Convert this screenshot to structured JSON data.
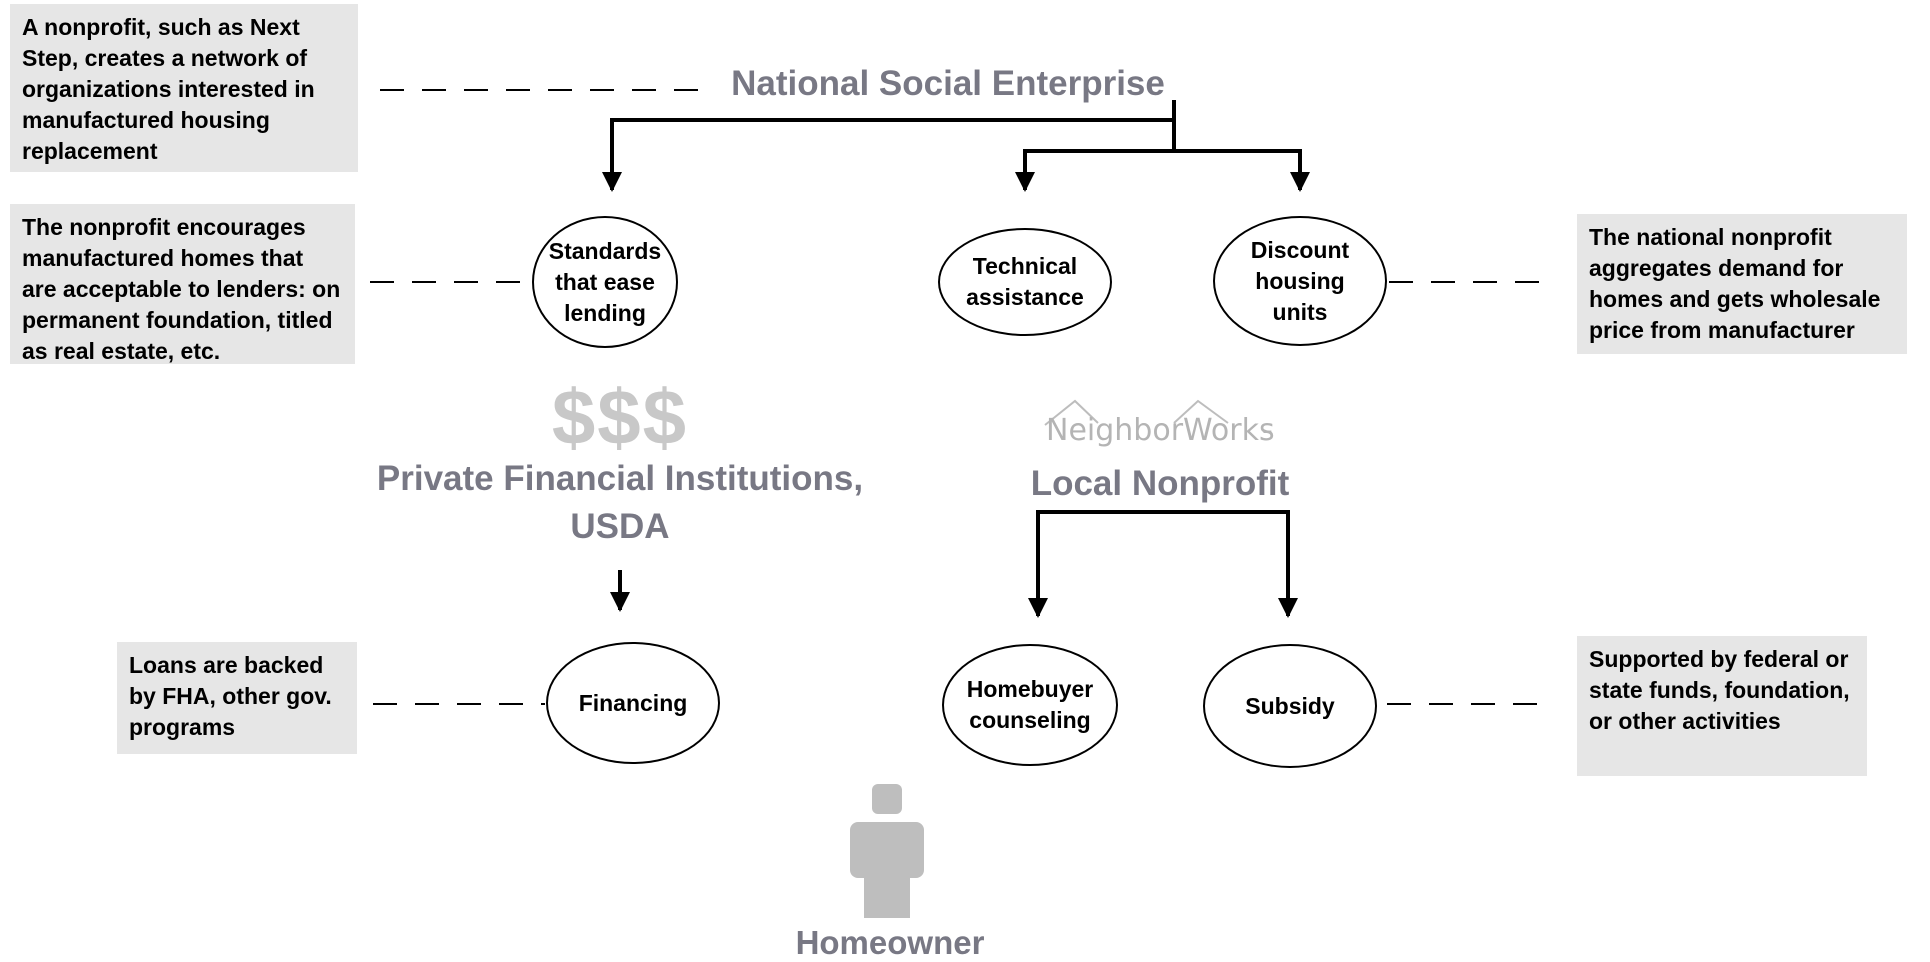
{
  "titles": {
    "national": "National Social Enterprise",
    "private": "Private Financial Institutions, USDA",
    "local": "Local Nonprofit",
    "homeowner": "Homeowner"
  },
  "nodes": {
    "standards": "Standards that ease lending",
    "technical": "Technical assistance",
    "discount": "Discount housing units",
    "financing": "Financing",
    "counseling": "Homebuyer counseling",
    "subsidy": "Subsidy"
  },
  "notes": {
    "network": "A nonprofit, such as Next Step, creates a network of organizations interested in manufactured housing replacement",
    "lenders": "The nonprofit encourages manufactured homes that are acceptable to lenders: on permanent foundation, titled as real estate, etc.",
    "aggregates": "The national nonprofit aggregates demand for homes and gets wholesale price from manufacturer",
    "loans": "Loans are backed by FHA, other gov. programs",
    "supported": "Supported by federal or state funds, foundation, or other activities"
  },
  "money_symbol": "$$$",
  "logo_text": "NeighborWorks",
  "logo_suffix": "-",
  "icons": {
    "money": "dollar-sign-icon",
    "logo": "neighborworks-logo-icon",
    "person": "person-icon"
  },
  "colors": {
    "title": "#787884",
    "note_bg": "#e6e6e6",
    "money": "#c8c8c8",
    "person": "#bebebe"
  }
}
